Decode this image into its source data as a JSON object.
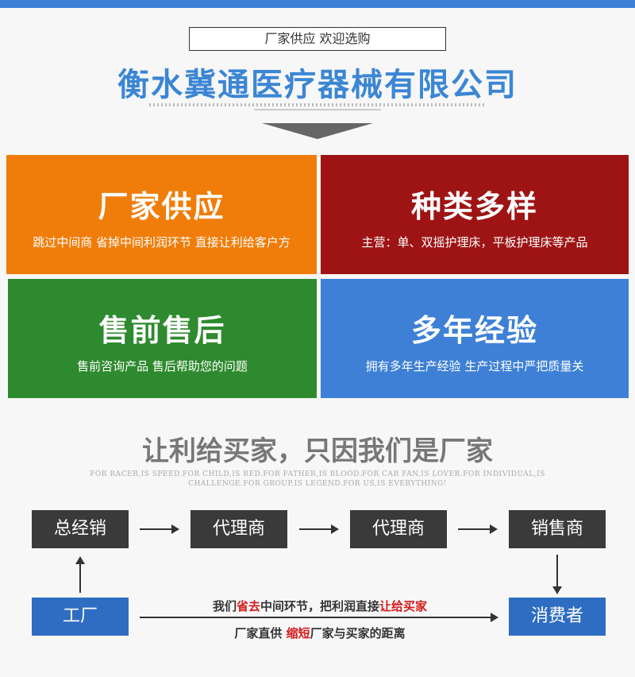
{
  "header": {
    "tagline": "厂家供应 欢迎选购",
    "company": "衡水冀通医疗器械有限公司"
  },
  "cards": [
    {
      "title": "厂家供应",
      "desc": "跳过中间商  省掉中间利润环节 直接让利给客户方"
    },
    {
      "title": "种类多样",
      "desc": "主营：单、双摇护理床，平板护理床等产品"
    },
    {
      "title": "售前售后",
      "desc": "售前咨询产品 售后帮助您的问题"
    },
    {
      "title": "多年经验",
      "desc": "拥有多年生产经验 生产过程中严把质量关"
    }
  ],
  "colors": {
    "orange": "#f07d0a",
    "red": "#9e1414",
    "green": "#2e8a2e",
    "blue": "#3d80d6"
  },
  "slogan": {
    "main": "让利给买家，只因我们是厂家",
    "english": "FOR RACER,IS SPEED.FOR CHILD,IS RED.FOR FATHER,IS BLOOD.FOR CAR FAN,IS LOVER.FOR INDIVIDUAL,IS CHALLENGE.FOR GROUP,IS LEGEND.FOR US,IS EVERYTHING!"
  },
  "flow": {
    "general_manager": "总经销",
    "agent1": "代理商",
    "agent2": "代理商",
    "retailer": "销售商",
    "factory": "工厂",
    "consumer": "消费者",
    "note1": {
      "p1": "我们",
      "p2": "省去",
      "p3": "中间环节，把利润直接",
      "p4": "让给买家"
    },
    "note2": {
      "p1": "厂家直供 ",
      "p2": "缩短",
      "p3": "厂家与买家的距离"
    }
  }
}
